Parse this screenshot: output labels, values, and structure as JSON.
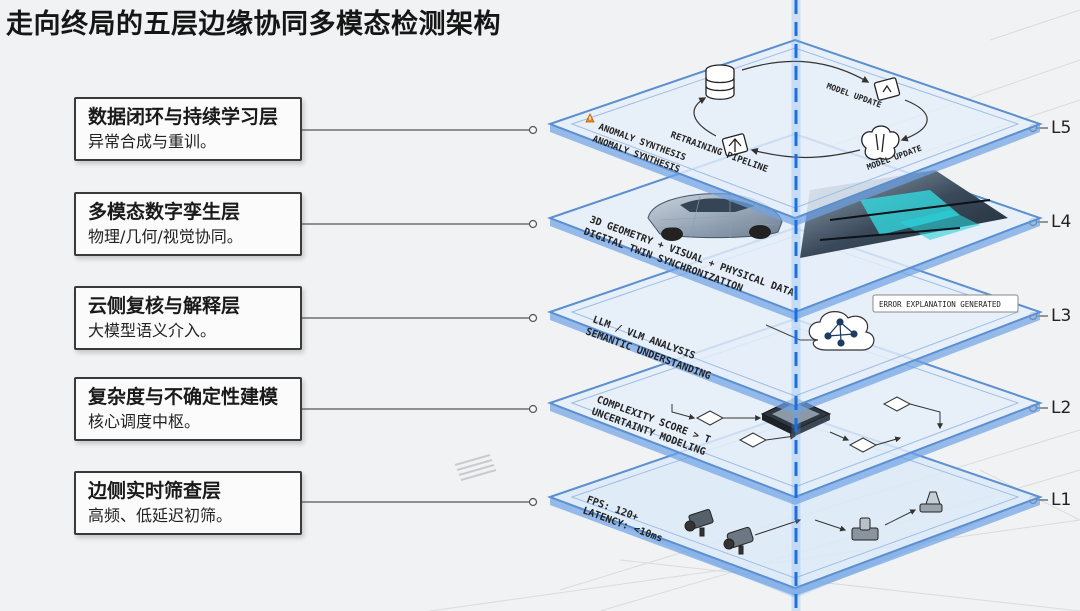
{
  "title": "走向终局的五层边缘协同多模态检测架构",
  "layers": [
    {
      "level": "L5",
      "name": "数据闭环与持续学习层",
      "desc": "异常合成与重训。"
    },
    {
      "level": "L4",
      "name": "多模态数字孪生层",
      "desc": "物理/几何/视觉协同。"
    },
    {
      "level": "L3",
      "name": "云侧复核与解释层",
      "desc": "大模型语义介入。"
    },
    {
      "level": "L2",
      "name": "复杂度与不确定性建模",
      "desc": "核心调度中枢。"
    },
    {
      "level": "L1",
      "name": "边侧实时筛查层",
      "desc": "高频、低延迟初筛。"
    }
  ],
  "plates": {
    "l5": {
      "pipeline": "RETRAINING PIPELINE",
      "model_update_1": "MODEL UPDATE",
      "model_update_2": "MODEL UPDATE",
      "anomaly_1": "ANOMALY SYNTHESIS",
      "anomaly_2": "ANOMALY SYNTHESIS"
    },
    "l4": {
      "line1": "3D GEOMETRY + VISUAL + PHYSICAL DATA",
      "line2": "DIGITAL TWIN SYNCHRONIZATION"
    },
    "l3": {
      "line1": "LLM / VLM ANALYSIS",
      "line2": "SEMANTIC UNDERSTANDING",
      "tag": "ERROR EXPLANATION GENERATED"
    },
    "l2": {
      "line1": "COMPLEXITY SCORE > T",
      "line2": "UNCERTAINTY MODELING"
    },
    "l1": {
      "line1": "FPS: 120+",
      "line2": "LATENCY: <10ms"
    }
  },
  "colors": {
    "plate_edge": "#5b8fd0",
    "plate_fill": "#e3eef9",
    "dash_line": "#1e6fd9",
    "warning": "#f08a1c"
  }
}
